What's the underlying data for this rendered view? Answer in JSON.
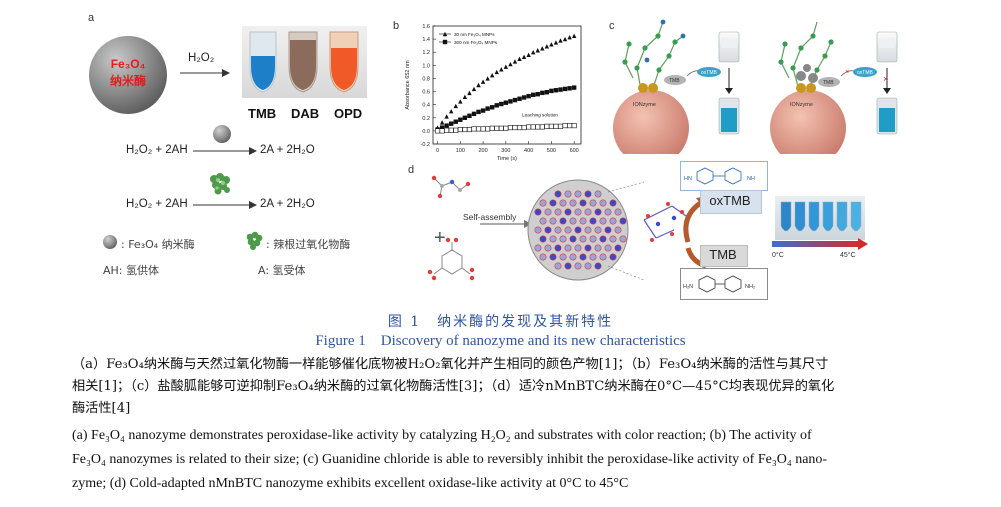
{
  "panel_a": {
    "letter": "a",
    "sphere_label_line1": "Fe₃O₄",
    "sphere_label_line2": "纳米酶",
    "arrow_label": "H₂O₂",
    "tube_labels": [
      "TMB",
      "DAB",
      "OPD"
    ],
    "eq1": {
      "left": "H₂O₂ + 2AH",
      "right": "2A + 2H₂O"
    },
    "eq2": {
      "left": "H₂O₂ + 2AH",
      "right": "2A + 2H₂O"
    },
    "legend": {
      "fe3o4": ": Fe₃O₄ 纳米酶",
      "hrp": ": 辣根过氧化物酶",
      "ah": "AH: 氢供体",
      "a": "A: 氢受体"
    }
  },
  "panel_b": {
    "letter": "b"
  },
  "panel_c": {
    "letter": "c"
  },
  "panel_d": {
    "letter": "d",
    "self_assembly": "Self-assembly",
    "oxtmb": "oxTMB",
    "tmb": "TMB",
    "temp_low": "0°C",
    "temp_high": "45°C"
  },
  "caption": {
    "title_zh": "图 1　纳米酶的发现及其新特性",
    "title_en": "Figure 1    Discovery of nanozyme and its new characteristics",
    "zh_line1": "（a）Fe₃O₄纳米酶与天然过氧化物酶一样能够催化底物被H₂O₂氧化并产生相同的颜色产物[1]；（b）Fe₃O₄纳米酶的活性与其尺寸",
    "zh_line2": "相关[1]；（c）盐酸胍能够可逆抑制Fe₃O₄纳米酶的过氧化物酶活性[3]；（d）适冷nMnBTC纳米酶在0°C—45°C均表现优异的氧化",
    "zh_line3": "酶活性[4]",
    "en_line1": "(a) Fe₃O₄ nanozyme demonstrates peroxidase-like activity by catalyzing H₂O₂ and substrates with color reaction; (b) The activity of",
    "en_line2": "Fe₃O₄ nanozymes is related to their size; (c) Guanidine chloride is able to reversibly inhibit the peroxidase-like activity of Fe₃O₄ nano-",
    "en_line3": "zyme; (d) Cold-adapted nMnBTC nanozyme exhibits excellent oxidase-like activity at 0°C to 45°C"
  },
  "chart_data": {
    "type": "scatter",
    "title": "",
    "xlabel": "Time (s)",
    "ylabel": "Absorbance 652 nm",
    "xlim": [
      -20,
      630
    ],
    "ylim": [
      -0.2,
      1.6
    ],
    "xticks": [
      0,
      100,
      200,
      300,
      400,
      500,
      600
    ],
    "yticks": [
      -0.2,
      0.0,
      0.2,
      0.4,
      0.6,
      0.8,
      1.0,
      1.2,
      1.4,
      1.6
    ],
    "annotation": "Leaching solution",
    "grid": false,
    "legend_position": "top-left",
    "series": [
      {
        "name": "30 nm Fe₃O₄ MNPs",
        "marker": "triangle",
        "x": [
          0,
          20,
          40,
          60,
          80,
          100,
          120,
          140,
          160,
          180,
          200,
          220,
          240,
          260,
          280,
          300,
          320,
          340,
          360,
          380,
          400,
          420,
          440,
          460,
          480,
          500,
          520,
          540,
          560,
          580,
          600
        ],
        "y": [
          0.05,
          0.13,
          0.22,
          0.3,
          0.38,
          0.45,
          0.52,
          0.58,
          0.64,
          0.7,
          0.75,
          0.8,
          0.85,
          0.9,
          0.94,
          0.98,
          1.02,
          1.06,
          1.1,
          1.13,
          1.16,
          1.2,
          1.23,
          1.26,
          1.29,
          1.32,
          1.35,
          1.38,
          1.4,
          1.43,
          1.45
        ]
      },
      {
        "name": "300 nm Fe₃O₄ MNPs",
        "marker": "square",
        "x": [
          0,
          20,
          40,
          60,
          80,
          100,
          120,
          140,
          160,
          180,
          200,
          220,
          240,
          260,
          280,
          300,
          320,
          340,
          360,
          380,
          400,
          420,
          440,
          460,
          480,
          500,
          520,
          540,
          560,
          580,
          600
        ],
        "y": [
          0.02,
          0.05,
          0.08,
          0.11,
          0.14,
          0.17,
          0.2,
          0.23,
          0.26,
          0.29,
          0.31,
          0.34,
          0.36,
          0.39,
          0.41,
          0.43,
          0.45,
          0.47,
          0.49,
          0.51,
          0.53,
          0.55,
          0.56,
          0.58,
          0.59,
          0.61,
          0.62,
          0.63,
          0.64,
          0.65,
          0.66
        ]
      },
      {
        "name": "Leaching solution",
        "marker": "open-square",
        "x": [
          0,
          20,
          40,
          60,
          80,
          100,
          120,
          140,
          160,
          180,
          200,
          220,
          240,
          260,
          280,
          300,
          320,
          340,
          360,
          380,
          400,
          420,
          440,
          460,
          480,
          500,
          520,
          540,
          560,
          580,
          600
        ],
        "y": [
          0.0,
          0.0,
          0.01,
          0.01,
          0.01,
          0.02,
          0.02,
          0.02,
          0.03,
          0.03,
          0.03,
          0.03,
          0.04,
          0.04,
          0.04,
          0.04,
          0.05,
          0.05,
          0.05,
          0.05,
          0.06,
          0.06,
          0.06,
          0.06,
          0.07,
          0.07,
          0.07,
          0.07,
          0.08,
          0.08,
          0.08
        ]
      }
    ]
  }
}
